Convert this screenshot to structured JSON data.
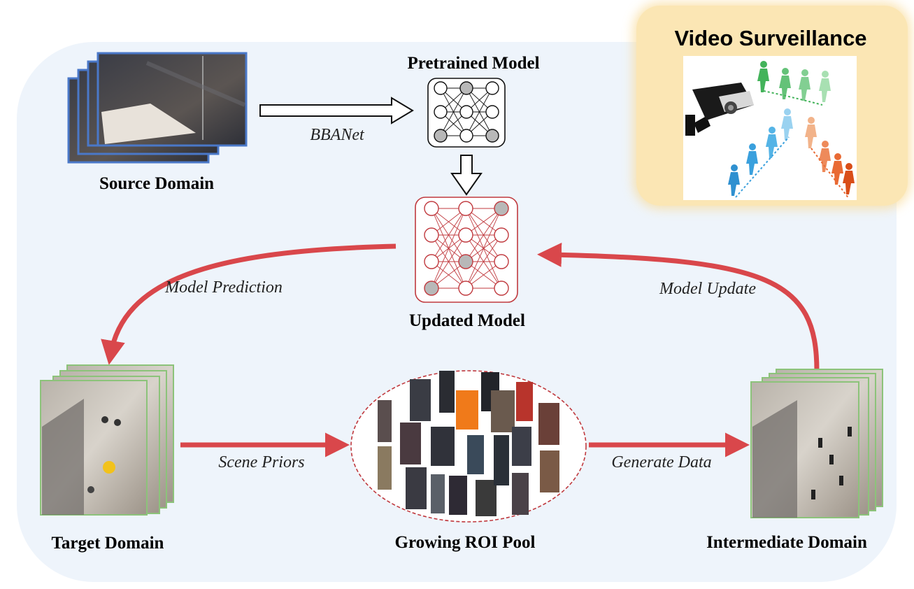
{
  "title": "Video Surveillance",
  "nodes": {
    "source": "Source Domain",
    "pretrained": "Pretrained Model",
    "updated": "Updated Model",
    "target": "Target Domain",
    "roi_pool": "Growing ROI Pool",
    "intermediate": "Intermediate Domain"
  },
  "edges": {
    "bbanet": "BBANet",
    "prediction": "Model Prediction",
    "update": "Model Update",
    "priors": "Scene Priors",
    "generate": "Generate Data"
  },
  "colors": {
    "accent_red": "#d9474b",
    "panel_bg": "#eef4fb",
    "highlight_bg": "#fbe6b4",
    "frame_blue": "#4a78c8",
    "frame_green": "#8cc37a",
    "node_gray": "#b8b8b8"
  },
  "icons": [
    "camera-icon",
    "walking-person-icon",
    "neural-network-icon"
  ]
}
